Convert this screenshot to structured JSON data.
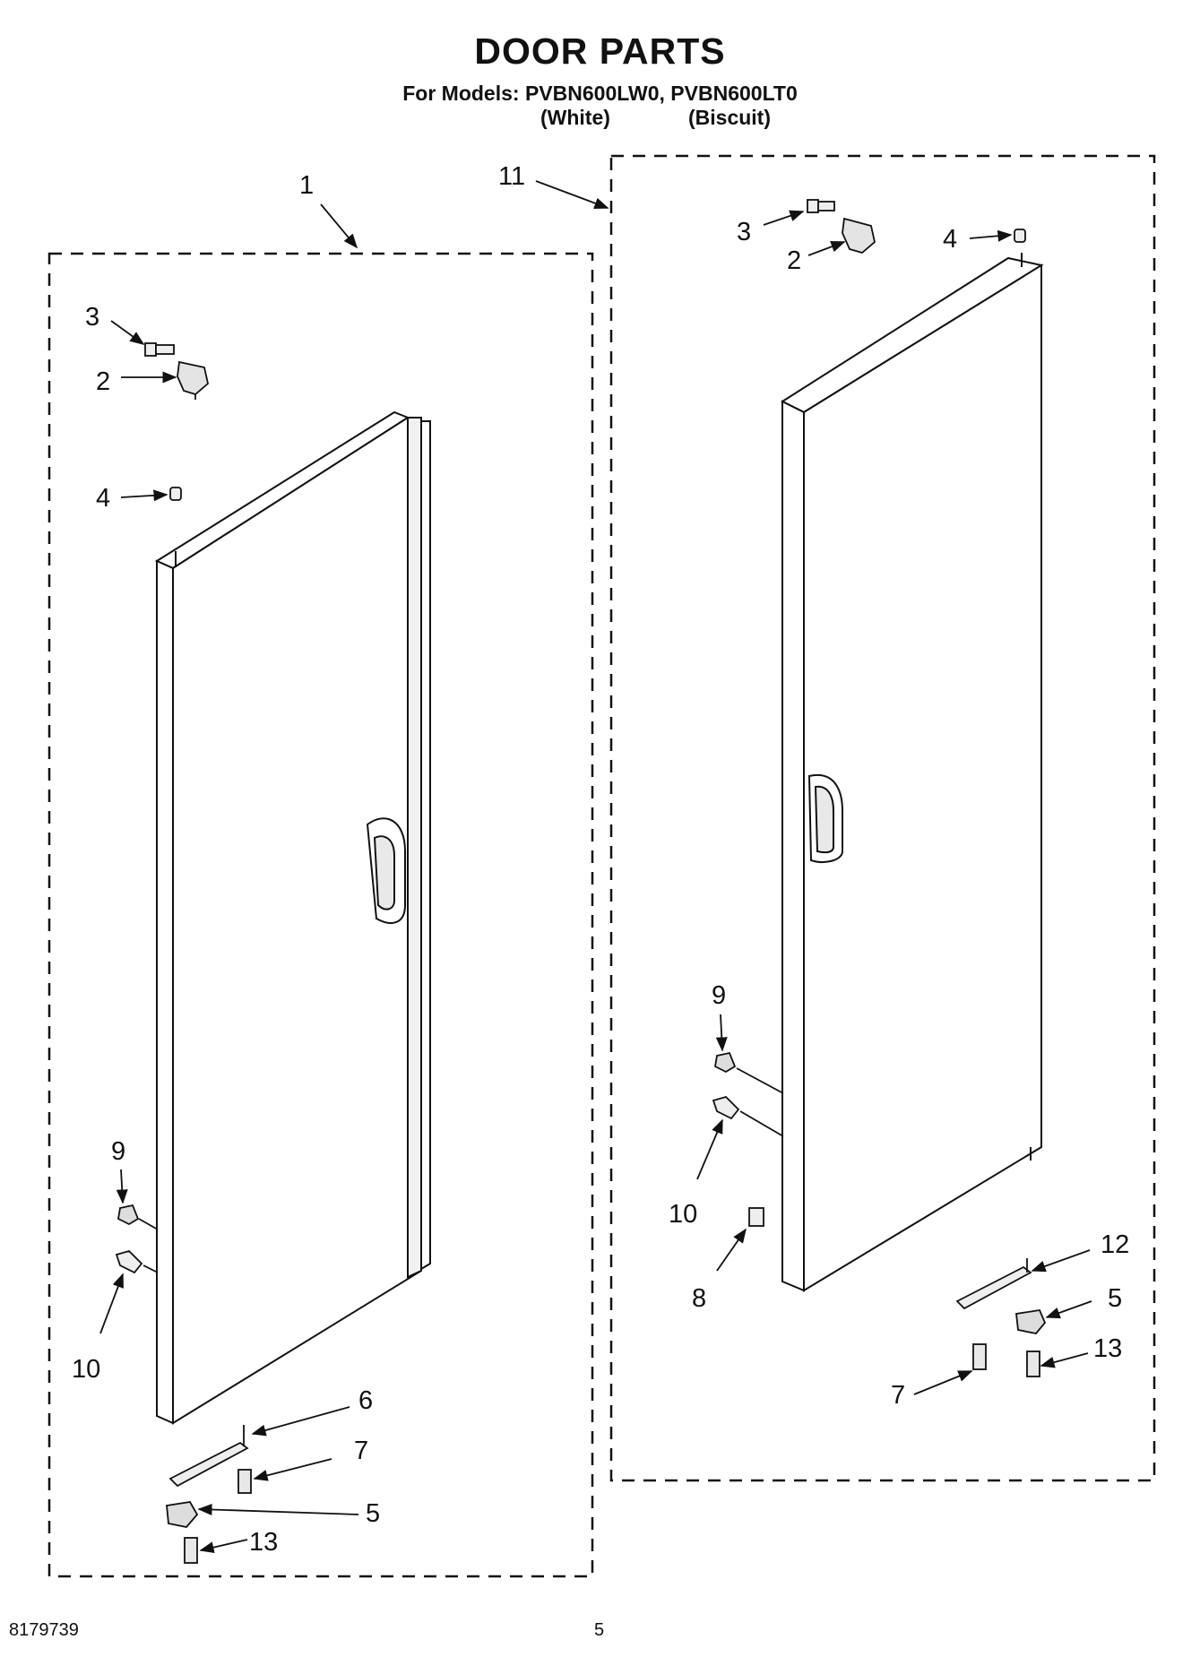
{
  "header": {
    "title": "DOOR PARTS",
    "models_line": "For Models: PVBN600LW0, PVBN600LT0",
    "variant_white": "(White)",
    "variant_biscuit": "(Biscuit)"
  },
  "footer": {
    "doc_number": "8179739",
    "page_number": "5"
  },
  "callouts": {
    "left_group": "1",
    "right_group": "11",
    "left_3": "3",
    "left_2": "2",
    "left_4": "4",
    "left_9": "9",
    "left_10": "10",
    "left_6": "6",
    "left_7": "7",
    "left_5": "5",
    "left_13": "13",
    "right_3": "3",
    "right_2": "2",
    "right_4": "4",
    "right_9": "9",
    "right_10": "10",
    "right_8": "8",
    "right_12": "12",
    "right_5": "5",
    "right_13": "13",
    "right_7": "7"
  }
}
